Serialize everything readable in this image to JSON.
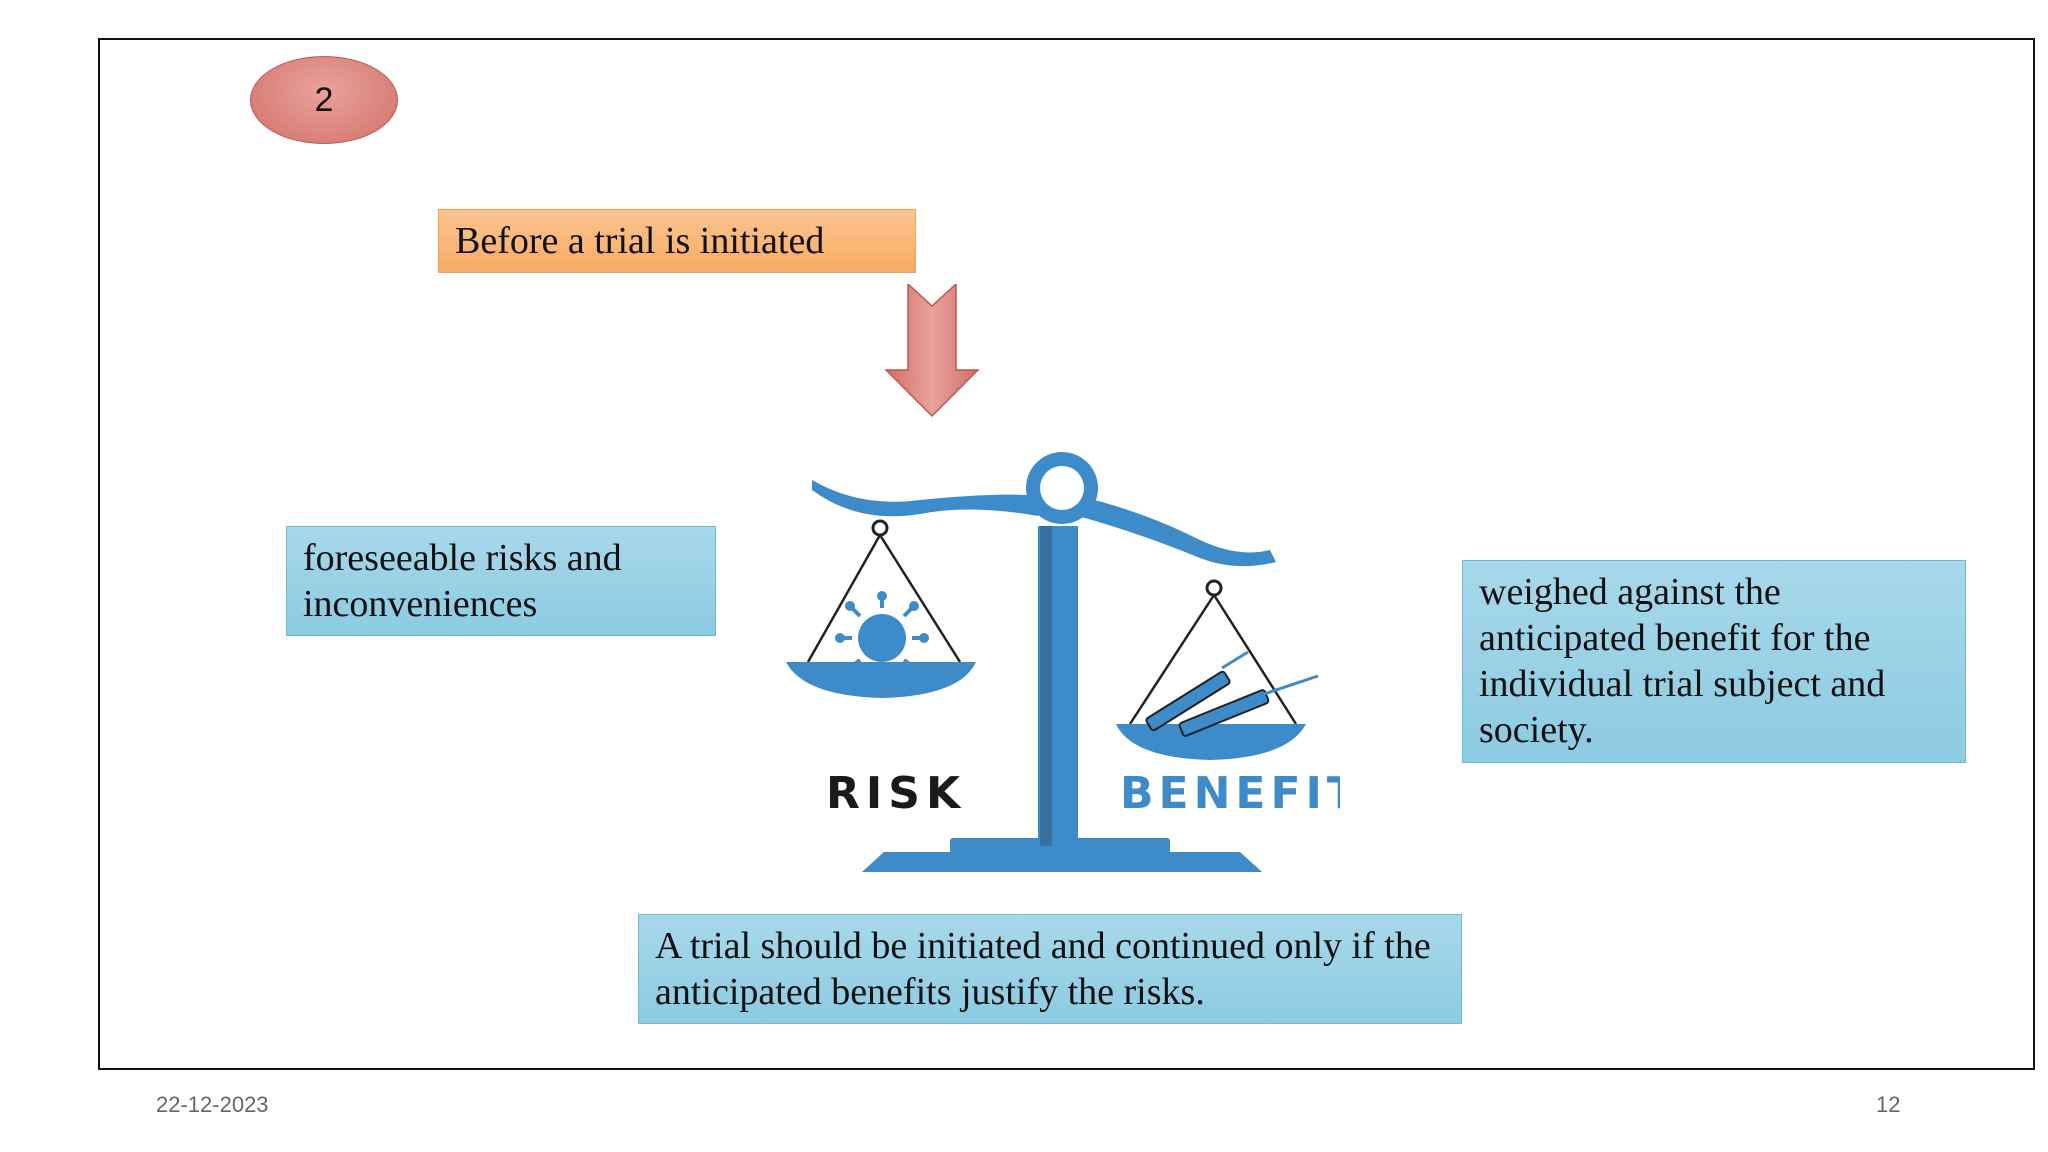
{
  "slide": {
    "badge_number": "2",
    "heading_box": "Before a trial is initiated",
    "left_box": "foreseeable risks and inconveniences",
    "right_box": "weighed against the anticipated benefit for the individual trial subject and society.",
    "bottom_box": "A trial should be initiated and continued only if the anticipated benefits justify the risks.",
    "illustration": {
      "risk_label": "RISK",
      "benefit_label": "BENEFIT"
    }
  },
  "footer": {
    "date": "22-12-2023",
    "page_number": "12"
  },
  "colors": {
    "orange_box": "#f7ab64",
    "blue_box": "#92cde3",
    "badge": "#d98078",
    "scale_blue": "#3d8bc9",
    "arrow": "#d98078"
  }
}
